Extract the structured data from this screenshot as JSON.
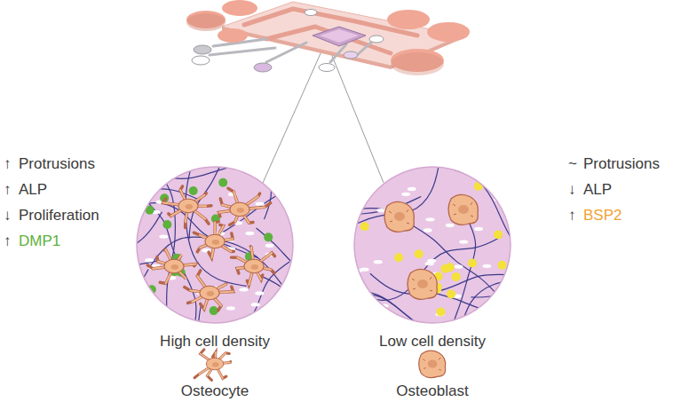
{
  "diagram": {
    "nodes": [
      {
        "text": [
          "High cell density"
        ]
      },
      {
        "text": [
          "Low cell density"
        ]
      }
    ],
    "labels": [
      "↑",
      "Protrusions",
      "↑",
      "ALP",
      "↓",
      "Proliferation",
      "↑",
      "DMP1",
      "~",
      "Protrusions",
      "↓",
      "ALP",
      "↑",
      "BSP2",
      "Osteocyte",
      "Osteoblast"
    ]
  }
}
